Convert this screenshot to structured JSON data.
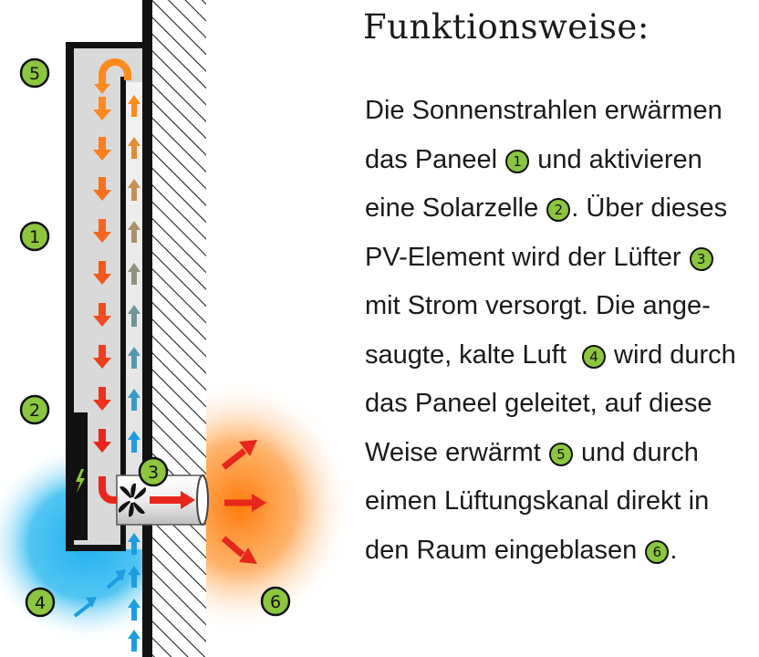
{
  "title": "Funktionsweise:",
  "lines": [
    {
      "parts": [
        "Die Sonnenstrahlen erwärmen"
      ]
    },
    {
      "parts": [
        "das Paneel ",
        {
          "badge": "1"
        },
        " und aktivieren"
      ]
    },
    {
      "parts": [
        "eine Solarzelle ",
        {
          "badge": "2"
        },
        ". Über dieses"
      ]
    },
    {
      "parts": [
        "PV-Element wird der Lüfter ",
        {
          "badge": "3"
        }
      ]
    },
    {
      "parts": [
        "mit Strom versorgt. Die ange-"
      ]
    },
    {
      "parts": [
        "saugte, kalte Luft  ",
        {
          "badge": "4"
        },
        " wird durch"
      ]
    },
    {
      "parts": [
        "das Paneel geleitet, auf diese"
      ]
    },
    {
      "parts": [
        "Weise erwärmt ",
        {
          "badge": "5"
        },
        " und durch"
      ]
    },
    {
      "parts": [
        "eimen Lüftungskanal direkt in"
      ]
    },
    {
      "parts": [
        "den Raum eingeblasen ",
        {
          "badge": "6"
        },
        "."
      ]
    }
  ],
  "diagram_labels": {
    "label_1": "1",
    "label_2": "2",
    "label_3": "3",
    "label_4": "4",
    "label_5": "5",
    "label_6": "6"
  },
  "colors": {
    "badge_green": "#8cc63f",
    "warm_orange": "#ff8a1e",
    "hot_red": "#e8261c",
    "cold_blue": "#29b4ec",
    "panel_gray": "#d9d9d9"
  }
}
